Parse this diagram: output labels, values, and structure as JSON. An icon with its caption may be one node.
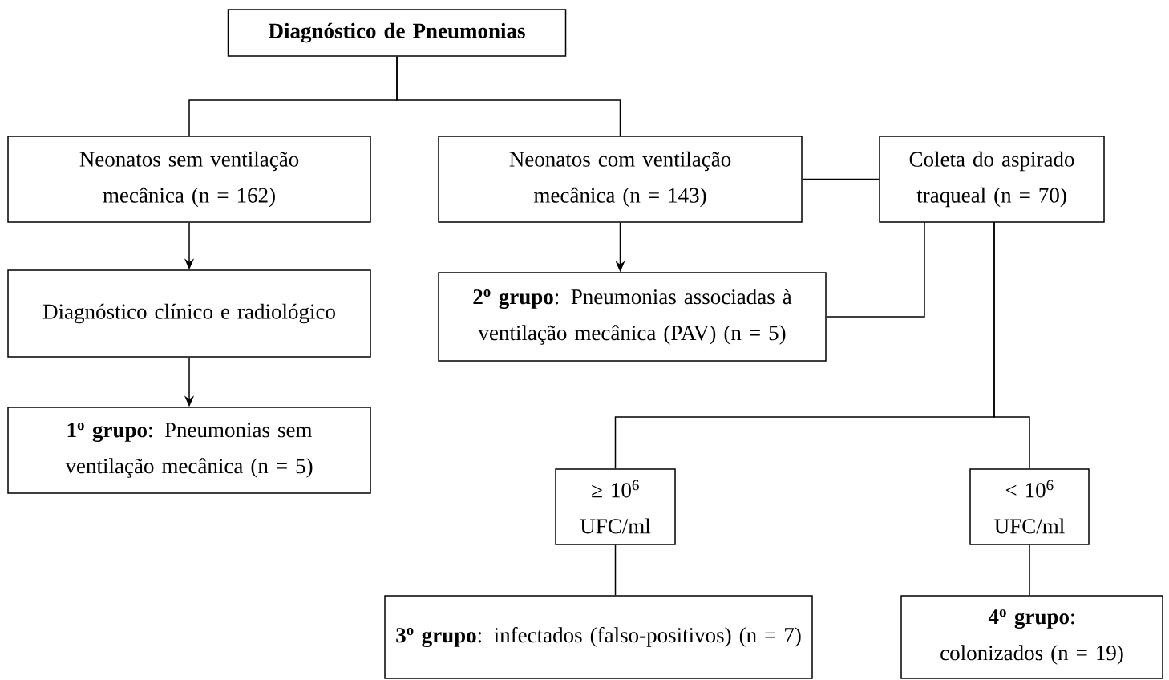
{
  "diagram": {
    "nodes": [
      {
        "text": [
          "Diagnóstico de Pneumonias"
        ]
      },
      {
        "text": [
          "Neonatos sem ventilação mecânica (n = 162)"
        ]
      },
      {
        "text": [
          "Neonatos com ventilação mecânica (n = 143)"
        ]
      },
      {
        "text": [
          "Coleta do aspirado traqueal (n = 70)"
        ]
      },
      {
        "text": [
          "Diagnóstico clínico e radiológico"
        ]
      },
      {
        "text": [
          "**2$^{o}$ grupo**: Pneumonias associadas à ventilação mecânica (PAV) (n = 5)"
        ]
      },
      {
        "text": [
          "**1$^{o}$ grupo**: Pneumonias sem ventilação mecânica (n = 5)"
        ]
      },
      {
        "text": [
          "≥ 10$^{6}$ UFC/ml"
        ]
      },
      {
        "text": [
          "< 10$^{6}$ UFC/ml"
        ]
      },
      {
        "text": [
          "**3$^{o}$ grupo**: infectados (falso-positivos) (n = 7)"
        ]
      },
      {
        "text": [
          "**4$^{o}$ grupo**: colonizados (n = 19)"
        ]
      }
    ],
    "edges": [
      {
        "from": 0,
        "to": 1,
        "arrow": "none"
      },
      {
        "from": 0,
        "to": 2,
        "arrow": "none"
      },
      {
        "from": 1,
        "to": 4,
        "arrow": "to"
      },
      {
        "from": 4,
        "to": 6,
        "arrow": "to"
      },
      {
        "from": 2,
        "to": 5,
        "arrow": "to"
      },
      {
        "from": 2,
        "to": 3,
        "arrow": "none"
      },
      {
        "from": 3,
        "to": 5,
        "arrow": "none"
      },
      {
        "from": 3,
        "to": 7,
        "arrow": "none"
      },
      {
        "from": 3,
        "to": 8,
        "arrow": "none"
      },
      {
        "from": 7,
        "to": 9,
        "arrow": "none"
      },
      {
        "from": 8,
        "to": 10,
        "arrow": "none"
      }
    ]
  }
}
